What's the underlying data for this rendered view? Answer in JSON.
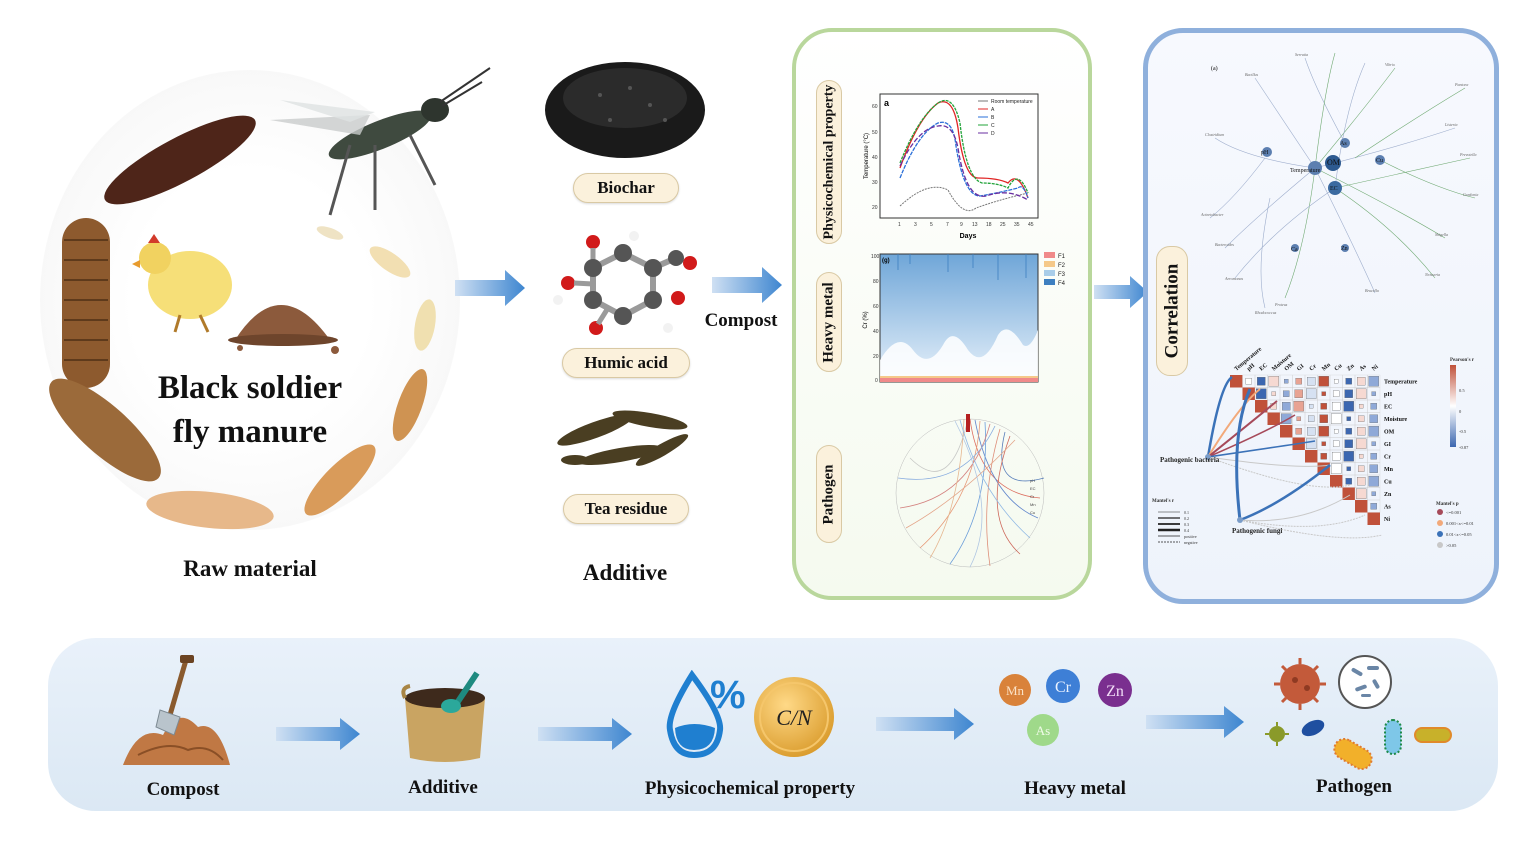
{
  "raw_material": {
    "title_line1": "Black soldier",
    "title_line2": "fly manure",
    "caption": "Raw material"
  },
  "additive": {
    "items": [
      "Biochar",
      "Humic acid",
      "Tea residue"
    ],
    "caption": "Additive",
    "compost_label": "Compost"
  },
  "results_panel": {
    "section_labels": [
      "Physicochemical property",
      "Heavy metal",
      "Pathogen"
    ],
    "temp_chart": {
      "panel_letter": "a",
      "ylabel": "Temperature (°C)",
      "xlabel": "Days",
      "legend": [
        "Room temperature",
        "A",
        "B",
        "C",
        "D"
      ],
      "colors": [
        "#777777",
        "#e02424",
        "#2a6fd8",
        "#22a33a",
        "#6a2fa0"
      ]
    },
    "metal_chart": {
      "panel_letter": "(g)",
      "ylabel": "Cr (%)",
      "legend": [
        "F1",
        "F2",
        "F3",
        "F4"
      ],
      "colors": [
        "#f08a8a",
        "#f5c98a",
        "#a9cde9",
        "#3d7fc0"
      ]
    }
  },
  "correlation_panel": {
    "section_label": "Correlation",
    "network_letter": "(a)",
    "hub_labels": [
      "pH",
      "OM",
      "Temperature",
      "EC",
      "Ca",
      "As",
      "Cu",
      "Zn"
    ],
    "heatmap_vars": [
      "Temperature",
      "pH",
      "EC",
      "Moisture",
      "OM",
      "GI",
      "Cr",
      "Mn",
      "Cu",
      "Zn",
      "As",
      "Ni"
    ],
    "pearson_title": "Pearson's r",
    "pearson_ticks": [
      "0.5",
      "0",
      "-0.5",
      "-0.87"
    ],
    "mantel_r_title": "Mantel's r",
    "mantel_r_items": [
      "0.1",
      "0.2",
      "0.3",
      "0.4",
      "positive",
      "negative"
    ],
    "mantel_p_title": "Mantel's p",
    "mantel_p_items": [
      "<=0.001",
      "0.001<x<=0.01",
      "0.01<x<=0.05",
      ">0.05"
    ],
    "mantel_p_colors": [
      "#a64a5a",
      "#f2a97a",
      "#3b72b8",
      "#c8c8c8"
    ],
    "node_bacteria": "Pathogenic bacteria",
    "node_fungi": "Pathogenic fungi"
  },
  "workflow": {
    "steps": [
      "Compost",
      "Additive",
      "Physicochemical property",
      "Heavy metal",
      "Pathogen"
    ],
    "cn_label": "C/N",
    "metal_badges": [
      "Mn",
      "Cr",
      "Zn",
      "As"
    ],
    "metal_colors": [
      "#d9823a",
      "#3e7fd6",
      "#7a2f8f",
      "#9fd98a"
    ]
  }
}
